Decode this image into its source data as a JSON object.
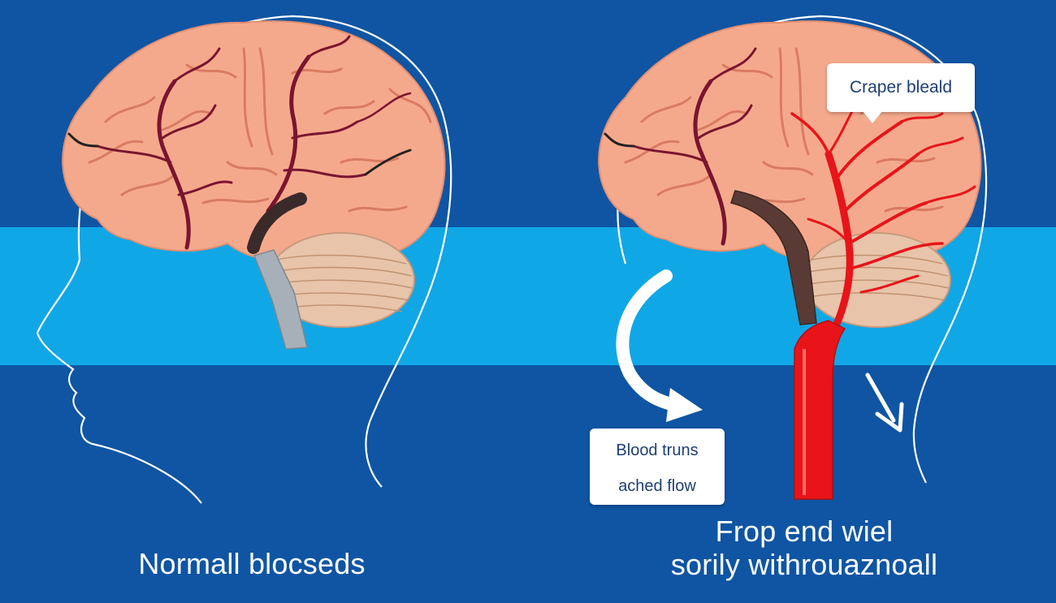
{
  "captions": {
    "left": "Normall blocseds",
    "right_line1": "Frop end wiel",
    "right_line2": "sorily withrouaznoall"
  },
  "callouts": {
    "top_right": "Craper bleald",
    "bottom_left_line1": "Blood truns",
    "bottom_left_line2": "ached flow"
  },
  "colors": {
    "background": "#0f55a3",
    "band": "#10a7e6",
    "brain": "#f5a98c",
    "brain_fold": "#d97b62",
    "vessel_dark": "#7a1531",
    "vessel_red": "#e8141a",
    "cerebellum": "#e7c4aa",
    "outline": "#ffffff"
  },
  "icons": {
    "curved_arrow": "curved-arrow-icon",
    "down_arrow": "down-arrow-icon"
  }
}
